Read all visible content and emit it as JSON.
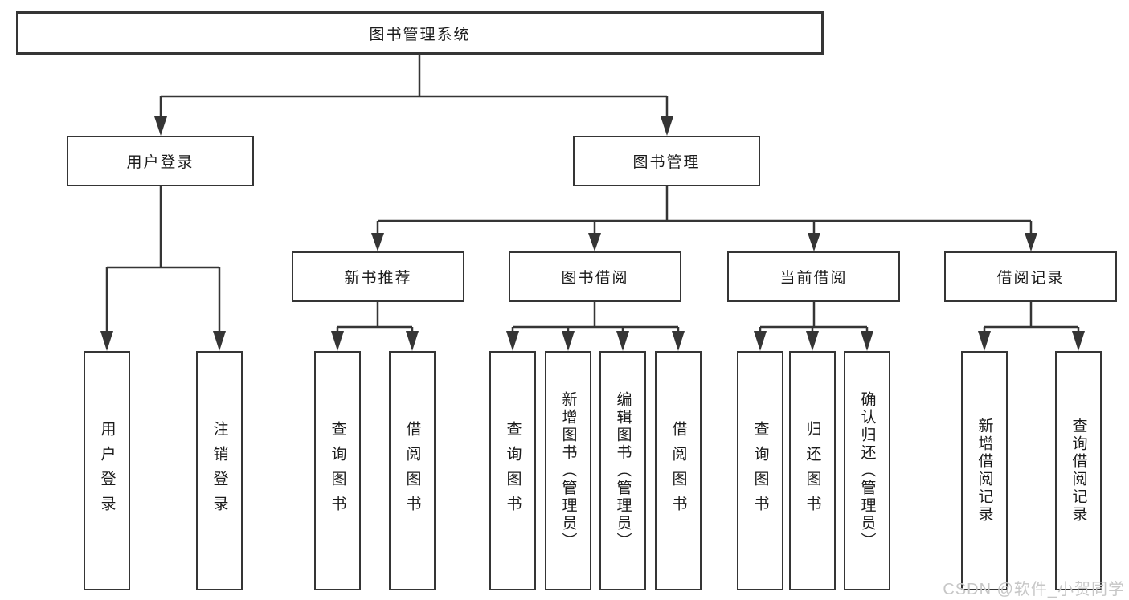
{
  "diagram": {
    "root": "图书管理系统",
    "branches": {
      "user_login": {
        "label": "用户登录",
        "leaves": [
          "用户登录",
          "注销登录"
        ]
      },
      "book_mgmt": {
        "label": "图书管理"
      }
    },
    "modules": {
      "new_book": {
        "label": "新书推荐",
        "leaves": [
          "查询图书",
          "借阅图书"
        ]
      },
      "book_borrow": {
        "label": "图书借阅",
        "leaves": [
          "查询图书",
          "新增图书（管理员）",
          "编辑图书（管理员）",
          "借阅图书"
        ]
      },
      "current_borrow": {
        "label": "当前借阅",
        "leaves": [
          "查询图书",
          "归还图书",
          "确认归还（管理员）"
        ]
      },
      "borrow_record": {
        "label": "借阅记录",
        "leaves": [
          "新增借阅记录",
          "查询借阅记录"
        ]
      }
    },
    "line_color": "#353535"
  },
  "watermark": {
    "text": "CSDN @软件_小贺同学",
    "color": "#c7c7c7"
  }
}
